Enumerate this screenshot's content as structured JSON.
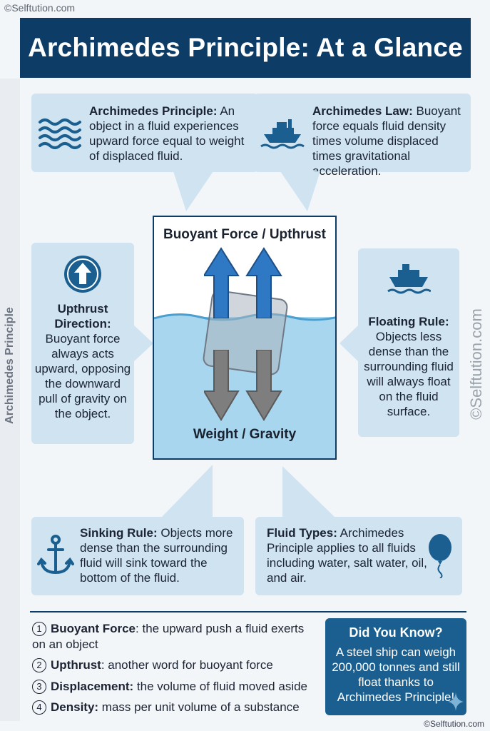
{
  "watermark_top": "©Selftution.com",
  "watermark_bottom": "©Selftution.com",
  "side_left_label": "Archimedes Principle",
  "side_right_label": "©Selftution.com",
  "title": "Archimedes Principle: At a Glance",
  "colors": {
    "header": "#0d3c66",
    "callout": "#cfe3f1",
    "arrow_up": "#2f78c4",
    "arrow_down": "#7e7e7e",
    "water": "#a8d6ee"
  },
  "callouts": {
    "principle": {
      "icon": "waves-icon",
      "title": "Archimedes Principle:",
      "body": "An object in a fluid experiences upward force equal to weight of displaced fluid."
    },
    "law": {
      "icon": "ship-icon",
      "title": "Archimedes Law:",
      "body": "Buoyant force equals fluid density times volume displaced times gravitational acceleration."
    },
    "direction": {
      "icon": "up-arrow-circle-icon",
      "title": "Upthrust Direction:",
      "body": "Buoyant force always acts upward, opposing the downward pull of gravity on the object."
    },
    "floating": {
      "icon": "ship-icon",
      "title": "Floating Rule:",
      "body": "Objects less dense than the surrounding fluid will always float on the fluid surface."
    },
    "sinking": {
      "icon": "anchor-icon",
      "title": "Sinking Rule:",
      "body": "Objects more dense than the surrounding fluid will sink toward the bottom of the fluid."
    },
    "fluids": {
      "icon": "balloon-icon",
      "title": "Fluid Types:",
      "body": "Archimedes Principle applies to all fluids including water, salt water, oil, and air."
    }
  },
  "diagram": {
    "top_label": "Buoyant Force / Upthrust",
    "bottom_label": "Weight / Gravity"
  },
  "glossary": [
    {
      "num": "1",
      "term": "Buoyant Force",
      "def": ": the upward push a fluid exerts on an object"
    },
    {
      "num": "2",
      "term": "Upthrust",
      "def": ": another word for buoyant force"
    },
    {
      "num": "3",
      "term": "Displacement:",
      "def": " the volume of fluid moved aside"
    },
    {
      "num": "4",
      "term": "Density:",
      "def": " mass per unit volume of a substance"
    }
  ],
  "did_you_know": {
    "title": "Did You Know?",
    "body": "A steel ship can weigh 200,000 tonnes and still float thanks to Archimedes Principle!"
  }
}
